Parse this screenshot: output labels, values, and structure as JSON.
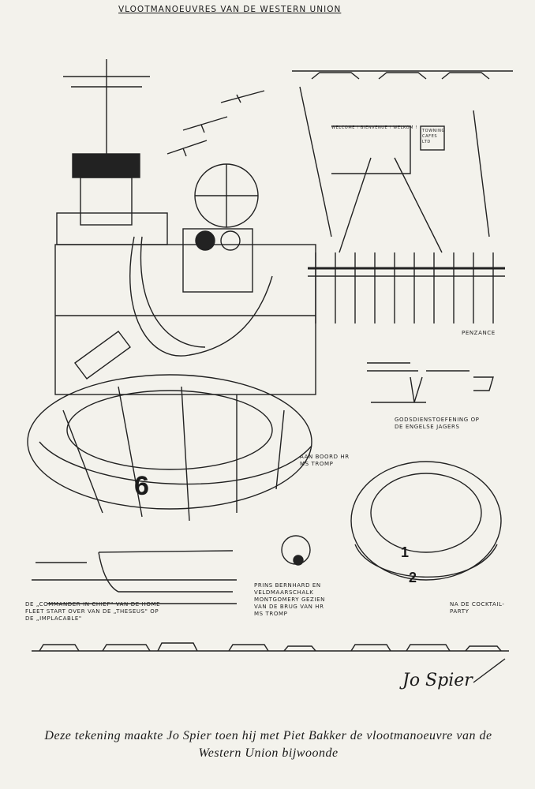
{
  "header": {
    "title": "VLOOTMANOEUVRES VAN DE WESTERN UNION"
  },
  "scenes": {
    "street": {
      "banner": "WELCOME ! BIENVENUE ! WELKOM !",
      "shop_sign": "TOWNING CAFES LTD",
      "label": "PENZANCE"
    },
    "service": {
      "label": "GODSDIENSTOEFENING OP DE ENGELSE JAGERS"
    },
    "tromp": {
      "label": "AAN BOORD Hr Ms TROMP",
      "raft_number": "6"
    },
    "carrier": {
      "label": "DE „COMMANDER IN CHIEF\" VAN DE HOME FLEET START OVER VAN DE „THESEUS\" OP DE „IMPLACABLE\""
    },
    "bridge": {
      "label": "PRINS BERNHARD EN VELDMAARSCHALK MONTGOMERY GEZIEN VAN DE BRUG VAN Hr Ms TROMP"
    },
    "party": {
      "label": "NA DE COCKTAIL-PARTY",
      "raft_numbers": [
        "1",
        "2"
      ]
    }
  },
  "signature": "Jo Spier",
  "caption": "Deze tekening maakte Jo Spier toen hij met Piet Bakker de vlootmanoeuvre van de Western Union bijwoonde"
}
